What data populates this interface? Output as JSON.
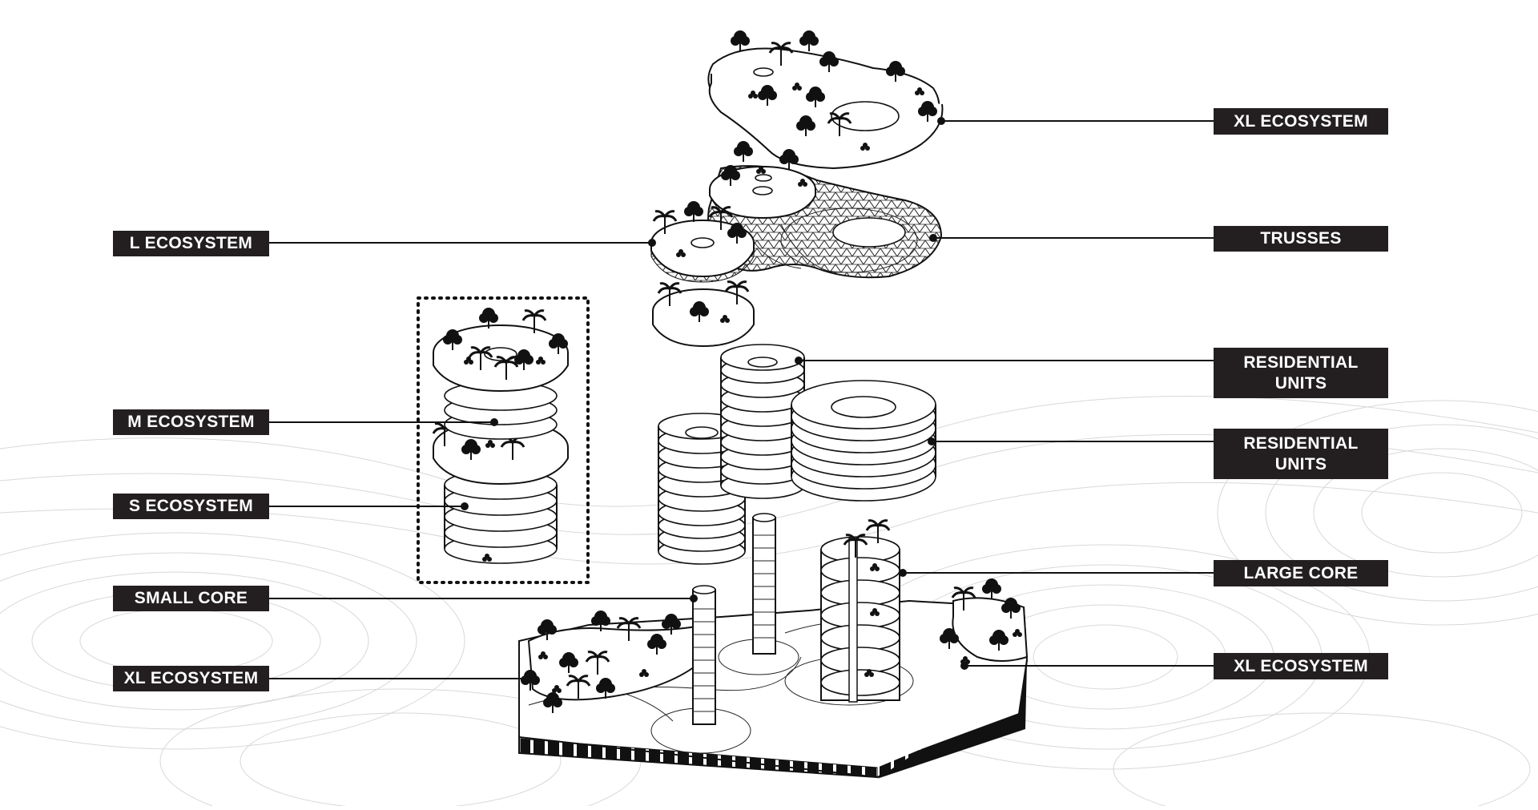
{
  "labels": {
    "xl_ecosystem_top": "XL ECOSYSTEM",
    "trusses": "TRUSSES",
    "l_ecosystem": "L ECOSYSTEM",
    "residential_units_1_line1": "RESIDENTIAL",
    "residential_units_1_line2": "UNITS",
    "residential_units_2_line1": "RESIDENTIAL",
    "residential_units_2_line2": "UNITS",
    "m_ecosystem": "M ECOSYSTEM",
    "s_ecosystem": "S ECOSYSTEM",
    "small_core": "SMALL CORE",
    "large_core": "LARGE CORE",
    "xl_ecosystem_left": "XL ECOSYSTEM",
    "xl_ecosystem_right": "XL ECOSYSTEM"
  },
  "colors": {
    "label_background": "#231f20",
    "label_text": "#ffffff",
    "line": "#111111",
    "background": "#ffffff",
    "contours": "#d8d8d8"
  }
}
